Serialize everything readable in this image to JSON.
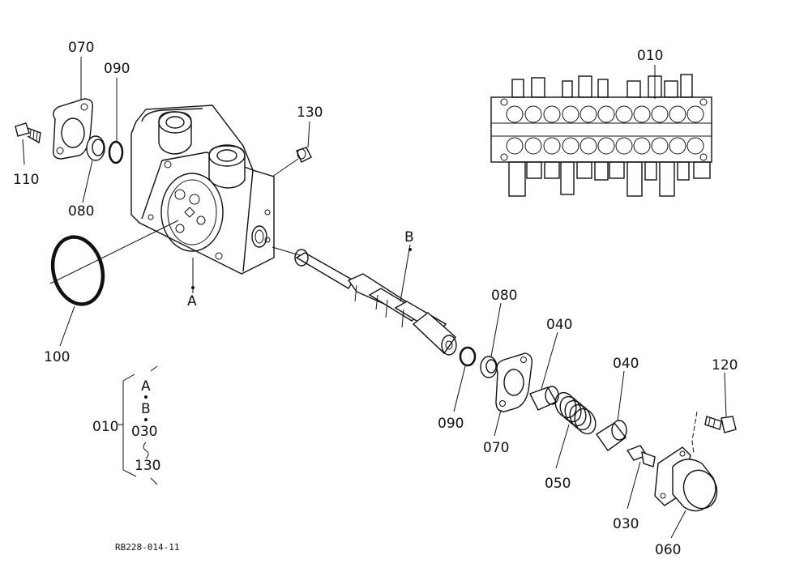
{
  "labels": {
    "p070_top": "070",
    "p090_top": "090",
    "p110": "110",
    "p080_left": "080",
    "p130": "130",
    "p100": "100",
    "pA": "A",
    "pB": "B",
    "p010_top": "010",
    "p080_mid": "080",
    "p090_mid": "090",
    "p070_mid": "070",
    "p040_a": "040",
    "p040_b": "040",
    "p050": "050",
    "p120": "120",
    "p030": "030",
    "p060": "060"
  },
  "bracket": {
    "main": "010",
    "items": [
      "A",
      "B",
      "030",
      "130"
    ]
  },
  "drawing_number": "RB228-014-11"
}
